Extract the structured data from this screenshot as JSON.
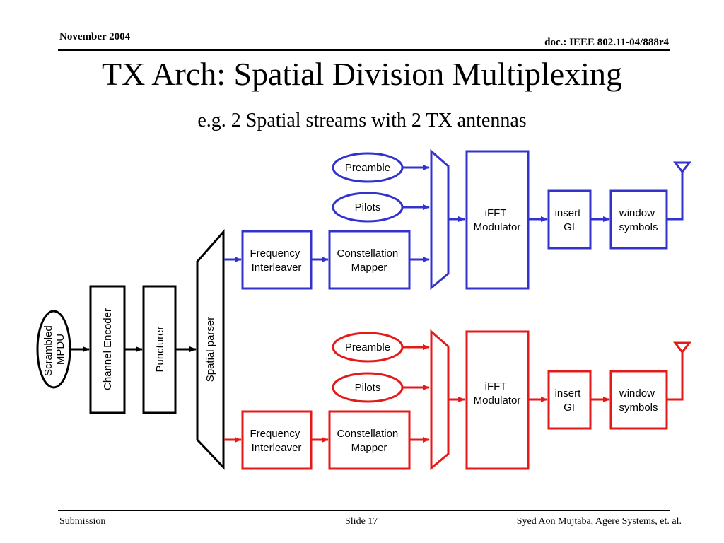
{
  "header": {
    "date": "November 2004",
    "doc_id": "doc.: IEEE 802.11-04/888r4"
  },
  "slide": {
    "title": "TX Arch: Spatial Division Multiplexing",
    "subtitle": "e.g. 2 Spatial streams with 2 TX antennas"
  },
  "diagram": {
    "colors": {
      "stream1": "#3333cc",
      "stream2": "#e41a1a",
      "common": "#000000"
    },
    "input": [
      "Scrambled",
      "MPDU"
    ],
    "common_blocks": {
      "channel_encoder": "Channel Encoder",
      "puncturer": "Puncturer",
      "spatial_parser": "Spatial parser"
    },
    "stream_blocks": {
      "preamble": "Preamble",
      "pilots": "Pilots",
      "freq_interleaver": [
        "Frequency",
        "Interleaver"
      ],
      "constellation_mapper": [
        "Constellation",
        "Mapper"
      ],
      "ifft": [
        "iFFT",
        "Modulator"
      ],
      "insert_gi": [
        "insert",
        "GI"
      ],
      "window": [
        "window",
        "symbols"
      ]
    }
  },
  "footer": {
    "left": "Submission",
    "center": "Slide 17",
    "right": "Syed Aon Mujtaba, Agere Systems, et. al."
  }
}
